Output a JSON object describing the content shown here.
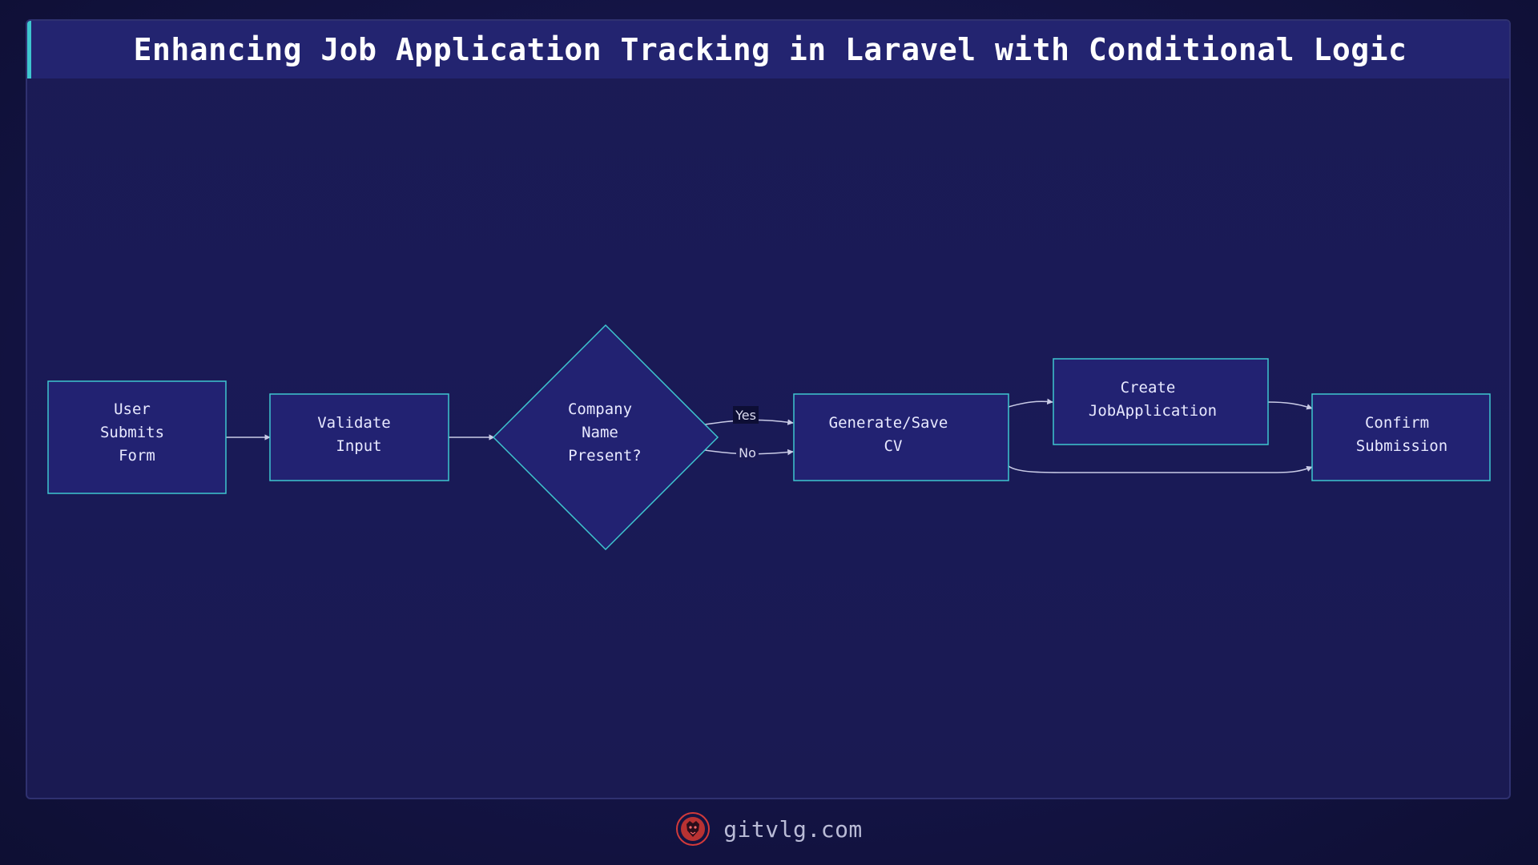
{
  "title": "Enhancing Job Application Tracking in Laravel with Conditional Logic",
  "nodes": {
    "user_submits_form": [
      "User",
      "Submits",
      "Form"
    ],
    "validate_input": [
      "Validate",
      "Input"
    ],
    "company_name_present": [
      "Company",
      "Name",
      "Present?"
    ],
    "generate_save_cv": [
      "Generate/Save",
      "CV"
    ],
    "create_job_application": [
      "Create",
      "JobApplication"
    ],
    "confirm_submission": [
      "Confirm",
      "Submission"
    ]
  },
  "edge_labels": {
    "yes": "Yes",
    "no": "No"
  },
  "footer": {
    "site": "gitvlg.com"
  },
  "colors": {
    "background": "#141446",
    "title_bar": "#232470",
    "node_fill": "#222272",
    "node_border": "#3ec6cf",
    "edge": "#c9cbe6",
    "logo": "#d23a3a"
  }
}
